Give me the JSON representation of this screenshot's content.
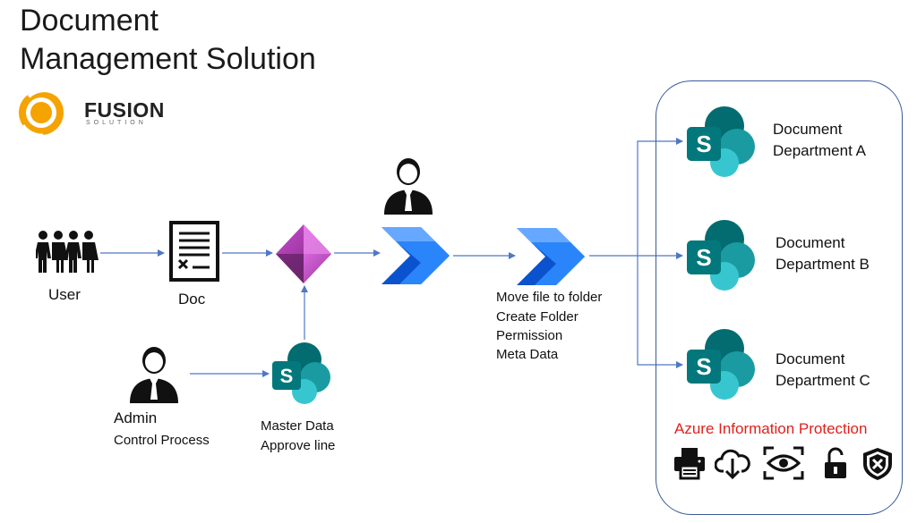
{
  "title": {
    "line1": "Document",
    "line2": "Management Solution"
  },
  "logo": {
    "name": "FUSION",
    "tagline": "SOLUTION"
  },
  "nodes": {
    "user": {
      "label": "User",
      "icon": "user-group-icon"
    },
    "doc": {
      "label": "Doc",
      "icon": "document-icon"
    },
    "power_apps": {
      "icon": "power-apps-icon"
    },
    "approver": {
      "icon": "person-icon"
    },
    "flow_1": {
      "icon": "power-automate-icon"
    },
    "flow_2": {
      "icon": "power-automate-icon",
      "lines": [
        "Move file to folder",
        "Create Folder",
        "Permission",
        "Meta Data"
      ]
    },
    "admin": {
      "line1": "Admin",
      "line2": "Control Process",
      "icon": "person-icon"
    },
    "master_data": {
      "line1": "Master Data",
      "line2": "Approve line",
      "icon": "sharepoint-icon"
    }
  },
  "departments": [
    {
      "line1": "Document",
      "line2": "Department A"
    },
    {
      "line1": "Document",
      "line2": "Department B"
    },
    {
      "line1": "Document",
      "line2": "Department C"
    }
  ],
  "aip": {
    "label": "Azure Information Protection",
    "icons": [
      "printer-icon",
      "cloud-download-icon",
      "eye-scan-icon",
      "unlock-icon",
      "shield-x-icon"
    ]
  },
  "colors": {
    "connector": "#4f78c4",
    "panel_border": "#3c5a99",
    "aip_text": "#e0201b",
    "sharepoint_dark": "#036c70",
    "sharepoint_mid": "#1a9ba1",
    "sharepoint_light": "#37c6d0",
    "automate_dark": "#0b53ce",
    "automate_light": "#2f8bff",
    "powerapps_dark": "#742774",
    "powerapps_light": "#e16ee6",
    "logo_orange": "#f5a300"
  }
}
